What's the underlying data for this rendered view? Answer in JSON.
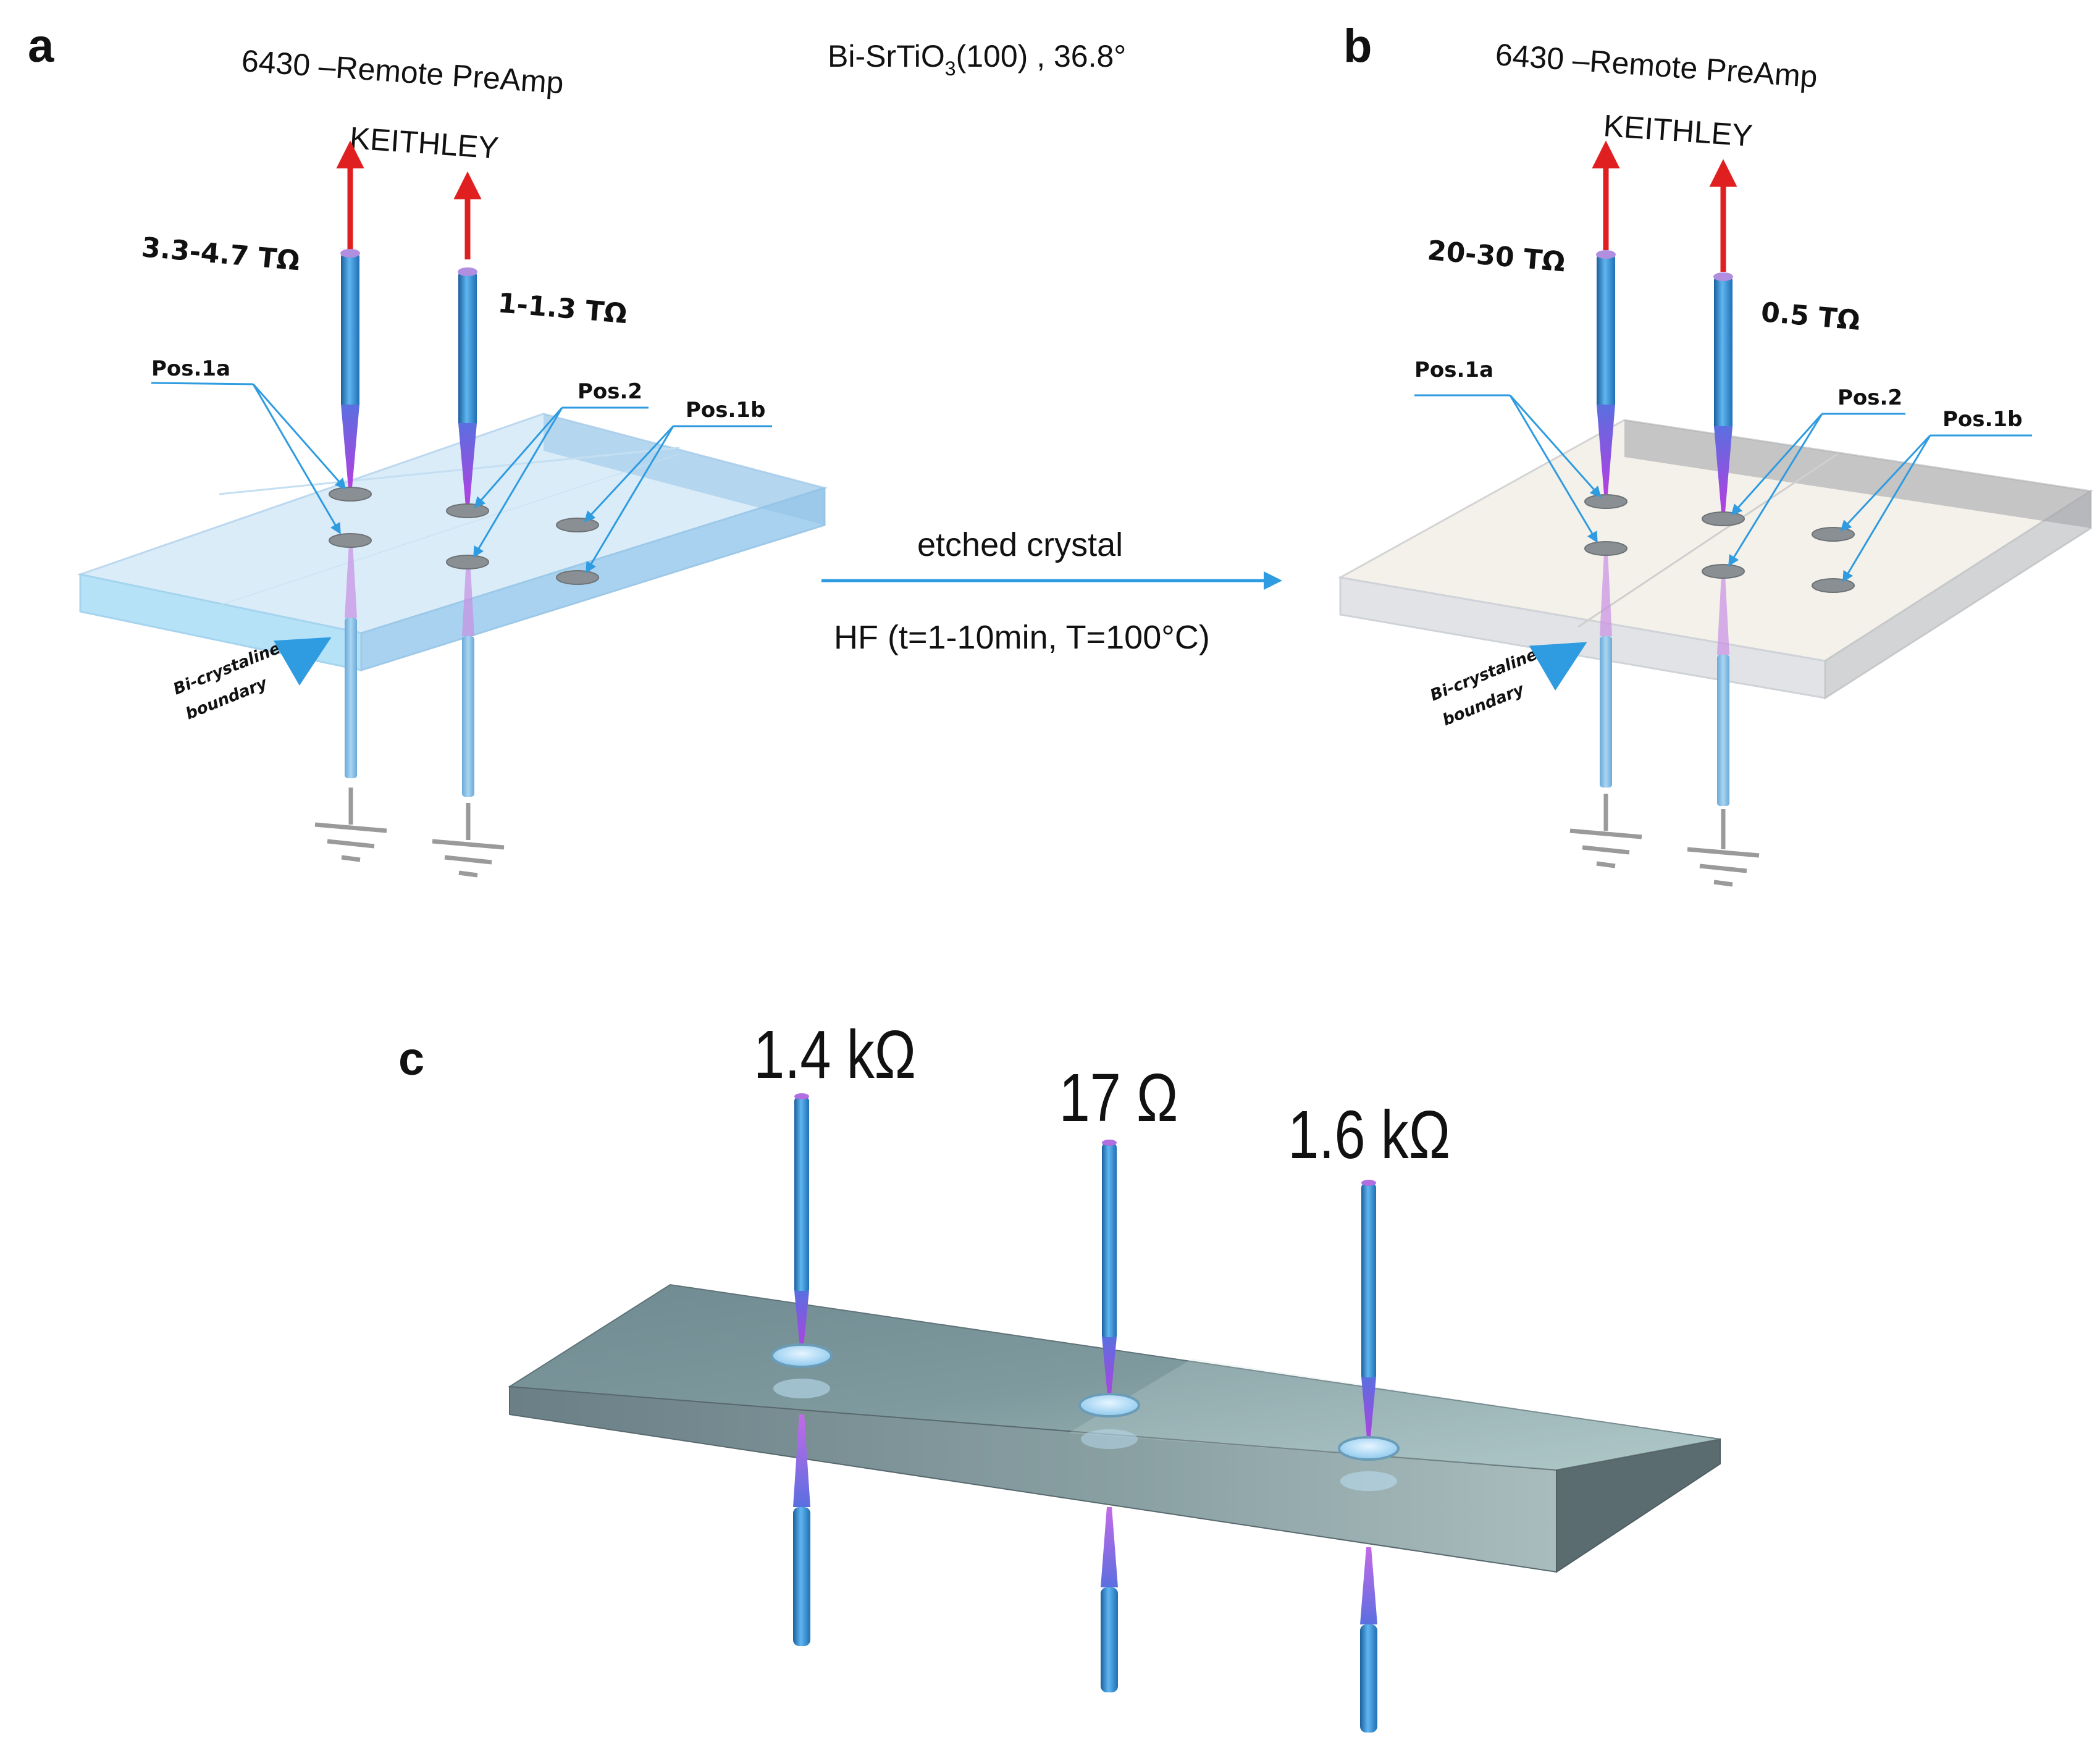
{
  "title": {
    "text": "Bi-SrTiO",
    "subscript": "3",
    "suffix": "(100) , 36.8°"
  },
  "panel_a": {
    "letter": "a",
    "instrument_line1": "6430 –Remote PreAmp",
    "instrument_line2": "KEITHLEY",
    "resistance_left": "3.3-4.7 TΩ",
    "resistance_right": "1-1.3 TΩ",
    "pos_1a": "Pos.1a",
    "pos_2": "Pos.2",
    "pos_1b": "Pos.1b",
    "boundary_line1": "Bi-crystaline",
    "boundary_line2": "boundary"
  },
  "panel_b": {
    "letter": "b",
    "instrument_line1": "6430 –Remote PreAmp",
    "instrument_line2": "KEITHLEY",
    "resistance_left": "20-30 TΩ",
    "resistance_right": "0.5 TΩ",
    "pos_1a": "Pos.1a",
    "pos_2": "Pos.2",
    "pos_1b": "Pos.1b",
    "boundary_line1": "Bi-crystaline",
    "boundary_line2": "boundary"
  },
  "process": {
    "top_label": "etched crystal",
    "bottom_label": "HF (t=1-10min, T=100°C)"
  },
  "panel_c": {
    "letter": "c",
    "resistance_1": "1.4 kΩ",
    "resistance_2": "17 Ω",
    "resistance_3": "1.6 kΩ"
  },
  "colors": {
    "probe_blue": "#2f8fd6",
    "probe_tip": "#9b3fd8",
    "arrow_red": "#e02020",
    "pointer_blue": "#2f9be0",
    "crystal_a": "#cfe6f7",
    "crystal_b": "#e2e2e2",
    "crystal_c": "#7d979b"
  }
}
